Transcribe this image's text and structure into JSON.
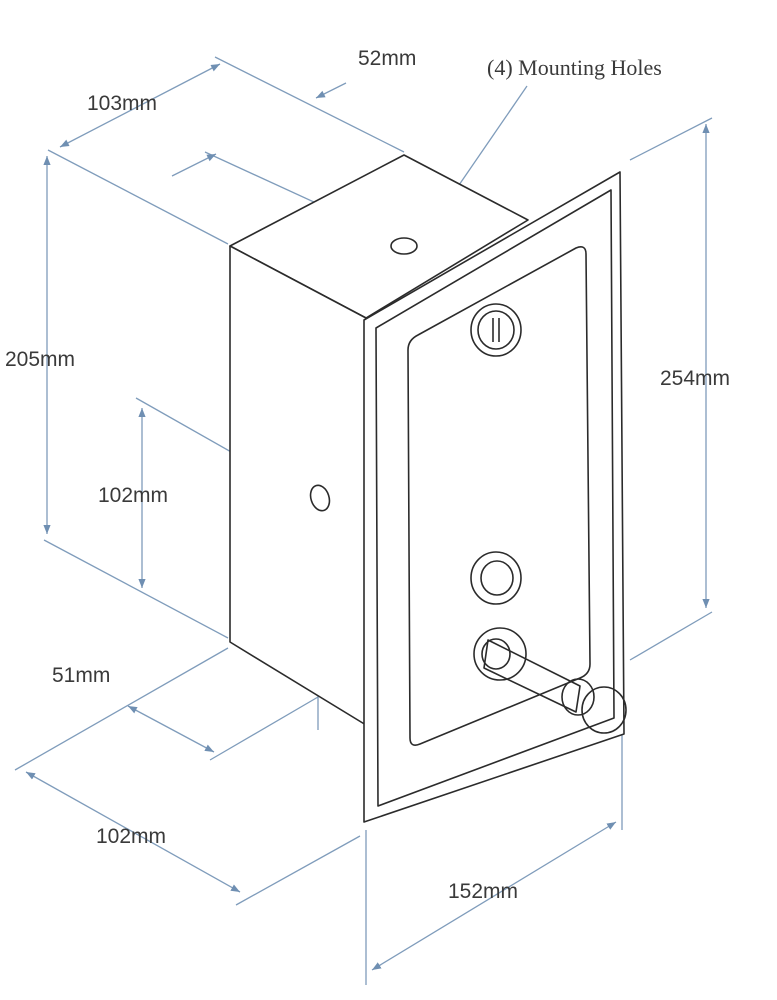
{
  "diagram": {
    "callout": "(4) Mounting Holes",
    "dimensions": {
      "top_depth": "52mm",
      "top_width": "103mm",
      "height_total": "205mm",
      "height_hole": "102mm",
      "height_plate": "254mm",
      "bottom_offset": "51mm",
      "bottom_depth": "102mm",
      "plate_width": "152mm"
    },
    "colors": {
      "outline": "#2b2b2b",
      "dimension": "#7f9cbb",
      "text": "#3a3a3a"
    }
  }
}
